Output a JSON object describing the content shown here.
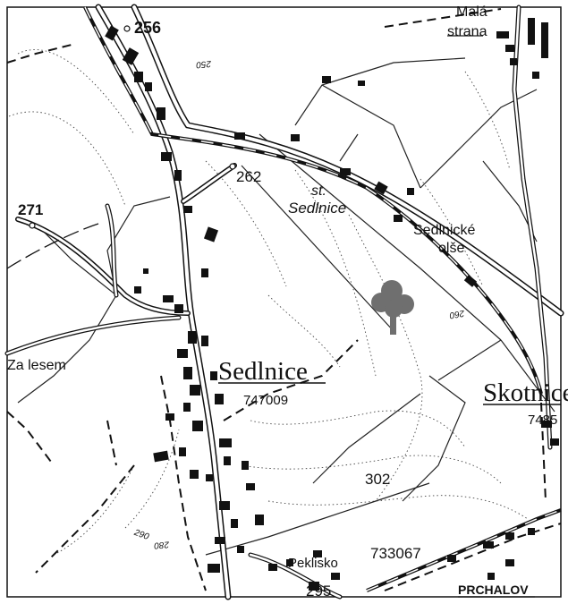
{
  "map": {
    "labels": {
      "mala_strana": [
        "Malá",
        "strana"
      ],
      "elev_256": "256",
      "elev_262": "262",
      "elev_271": "271",
      "elev_302": "302",
      "st_sedlnice": [
        "st.",
        "Sedlnice"
      ],
      "sedlnicke_olse": [
        "Sedlnické",
        "olše"
      ],
      "za_lesem": "Za lesem",
      "sedlnice": "Sedlnice",
      "sedlnice_code": "747009",
      "skotnice": "Skotnice",
      "skotnice_code": "7485",
      "peklisko": "Peklisko",
      "elev_295": "295",
      "code_733067": "733067",
      "prchalov": "PRCHALOV",
      "contour_250": "250",
      "contour_260": "260",
      "contour_280": "280",
      "contour_290": "290"
    },
    "colors": {
      "paper": "#ffffff",
      "ink": "#111111",
      "tree": "#6f6f6f"
    },
    "symbols": [
      "memorial-tree-icon",
      "railway",
      "roads",
      "contour-lines",
      "buildings"
    ]
  }
}
